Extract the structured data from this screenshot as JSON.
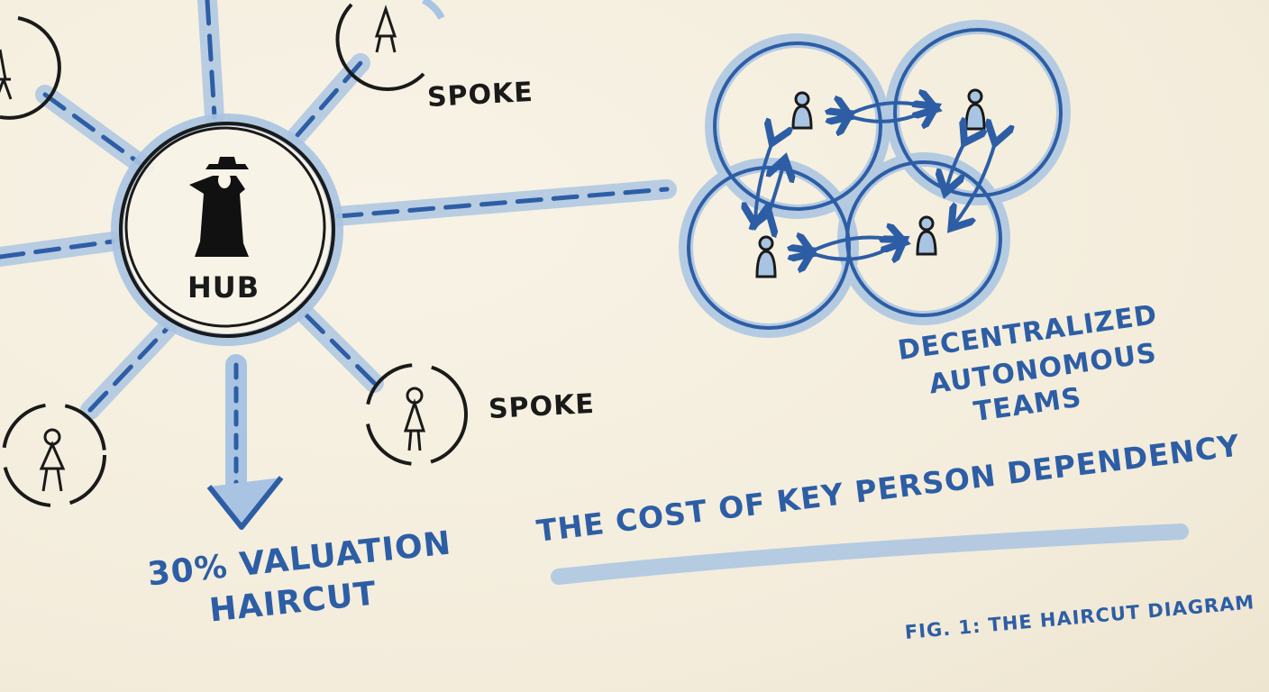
{
  "figure": {
    "title": "THE COST OF KEY PERSON DEPENDENCY",
    "caption": "FIG. 1: THE HAIRCUT DIAGRAM"
  },
  "hub_spoke": {
    "hub_label": "HUB",
    "hub_icon": "cloaked-figure-icon",
    "spoke_labels": [
      "SPOKE",
      "SPOKE"
    ],
    "spoke_icon": "person-icon",
    "impact_line1": "30% VALUATION",
    "impact_line2": "HAIRCUT"
  },
  "decentralized": {
    "label_line1": "DECENTRALIZED",
    "label_line2": "AUTONOMOUS",
    "label_line3": "TEAMS",
    "team_count": 4,
    "member_icon": "person-icon"
  },
  "colors": {
    "paper": "#f6f1e3",
    "ink": "#1a1a1a",
    "blue": "#2d5ea5",
    "wash": "#a9c4e2"
  }
}
